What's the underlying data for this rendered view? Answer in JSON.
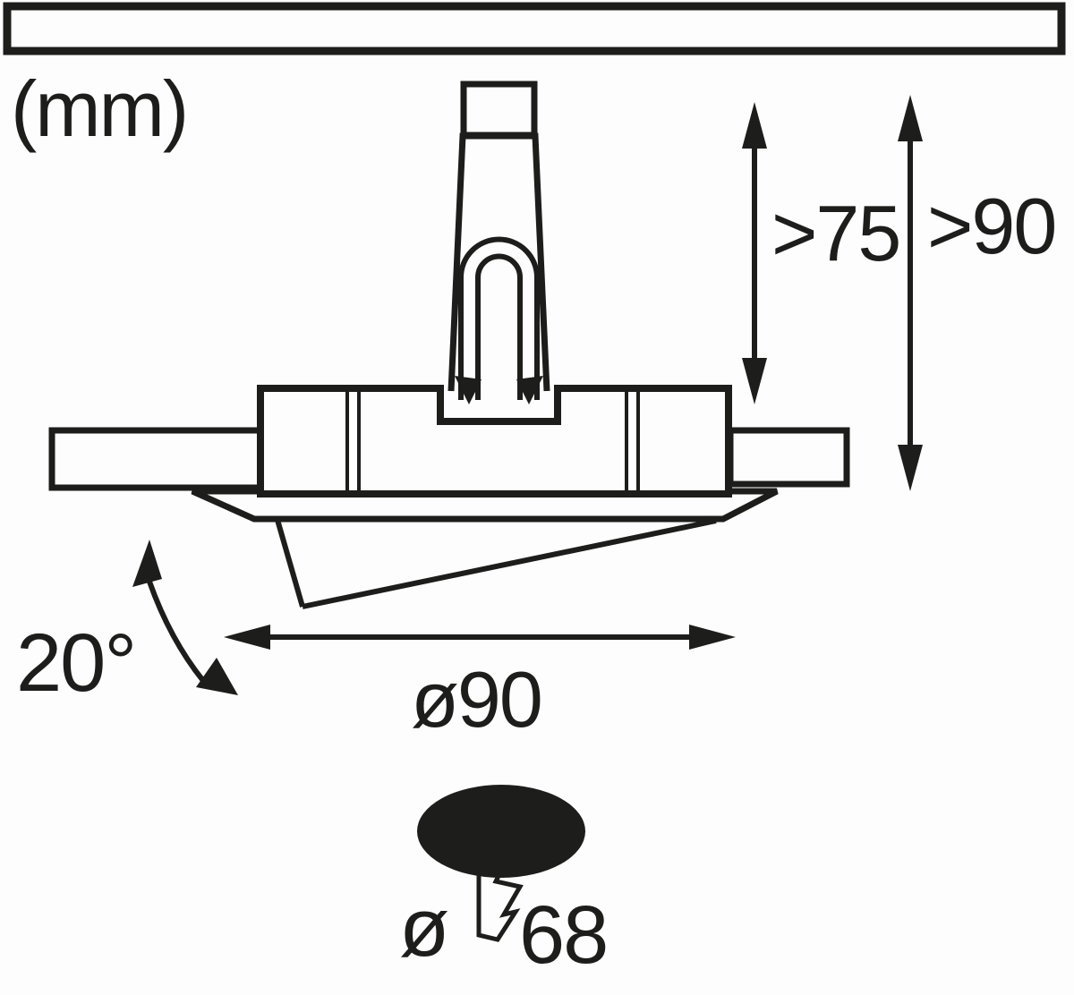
{
  "header": {
    "units_label": "(mm)"
  },
  "dimensions": {
    "recess_depth_min": ">75",
    "installation_depth_min": ">90",
    "fixture_diameter": "ø90",
    "tilt_angle": "20°",
    "cutout_symbol": "ø",
    "cutout_diameter": "68"
  },
  "icons": {
    "cutout_marker": "lightning-bolt-icon",
    "tilt_marker": "curved-double-arrow-icon",
    "dimension_markers": "double-headed-arrow-icon"
  },
  "colors": {
    "line": "#1d1d1b",
    "panel_gray": "#c6c9c5",
    "ceiling_gray": "#5d5f5e",
    "bolt_gray": "#c6c9c5",
    "background": "#fdfdfd"
  }
}
